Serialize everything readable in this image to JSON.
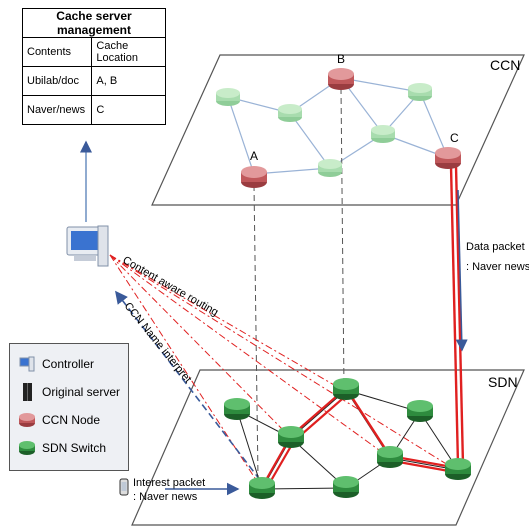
{
  "table": {
    "title": "Cache server management",
    "headers": [
      "Contents",
      "Cache Location"
    ],
    "rows": [
      [
        "Ubilab/doc",
        "A, B"
      ],
      [
        "Naver/news",
        "C"
      ]
    ]
  },
  "planes": {
    "top": "CCN",
    "bottom": "SDN"
  },
  "nodes": {
    "a": "A",
    "b": "B",
    "c": "C"
  },
  "labels": {
    "data_packet_1": "Data packet",
    "data_packet_2": ": Naver news",
    "content_aware": "Content aware routing",
    "ccn_name": "CCN Name interpret",
    "interest_1": "Interest packet",
    "interest_2": ": Naver news"
  },
  "legend": [
    {
      "label": "Controller",
      "icon": "controller-icon"
    },
    {
      "label": "Original server",
      "icon": "server-icon"
    },
    {
      "label": "CCN Node",
      "icon": "ccn-node-icon"
    },
    {
      "label": "SDN Switch",
      "icon": "sdn-switch-icon"
    }
  ],
  "colors": {
    "ccn_node": "#c0585b",
    "ccn_faded": "#a8dcae",
    "sdn_switch": "#2e8b3e",
    "red_path": "#e02020",
    "blue": "#3a5a9a"
  }
}
